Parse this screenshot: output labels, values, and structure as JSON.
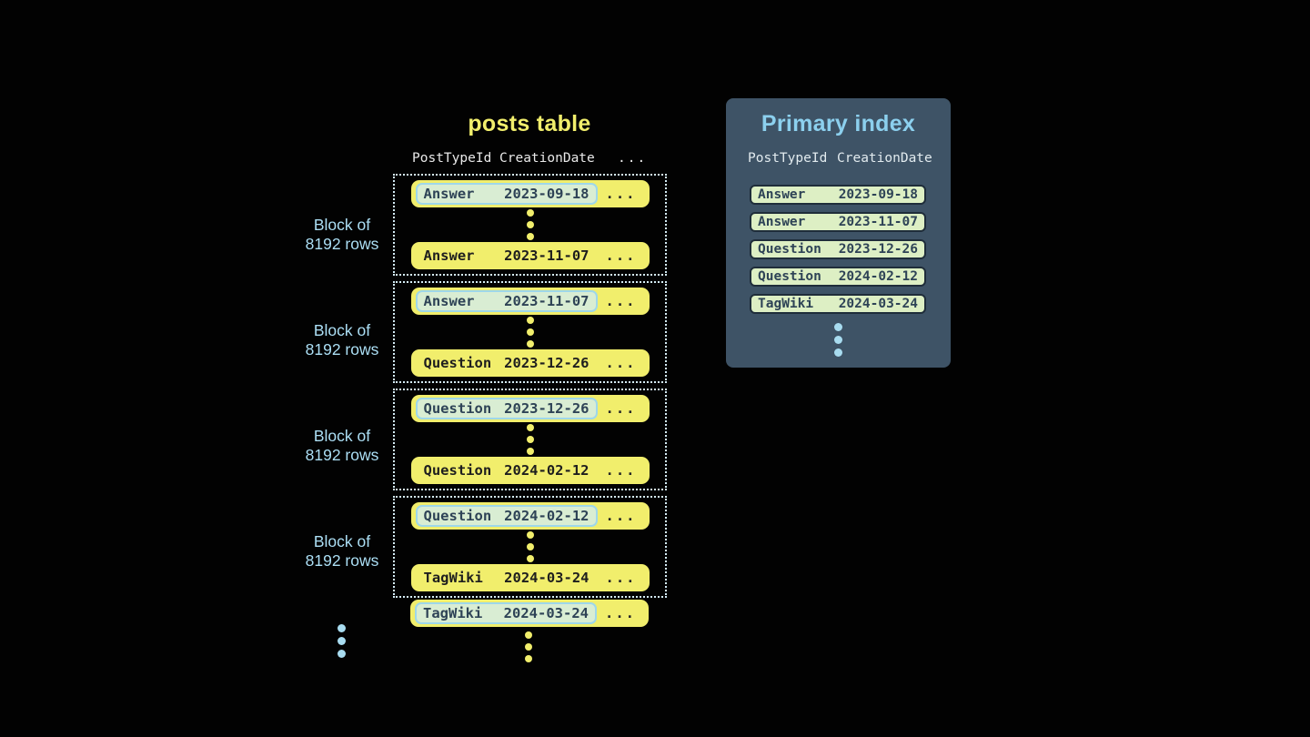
{
  "colors": {
    "background": "#020202",
    "row_yellow": "#F1EE6C",
    "highlight_bg": "#D9EDD3",
    "highlight_border": "#9ED7EA",
    "index_row_bg": "#DDEFC4",
    "index_row_border": "#1F2D3A",
    "panel_bg": "#3E5366",
    "label_light_blue": "#ACDFF5",
    "index_title_blue": "#8CD0EE",
    "dark_text": "#2E4356",
    "dotted_border": "#D4ECF7"
  },
  "posts_table": {
    "title": "posts table",
    "columns": [
      "PostTypeId",
      "CreationDate",
      "..."
    ],
    "block_label": {
      "line1": "Block of",
      "line2": "8192 rows"
    },
    "ellipsis": "...",
    "blocks": [
      {
        "first_row": {
          "post_type": "Answer",
          "creation_date": "2023-09-18"
        },
        "last_row": {
          "post_type": "Answer",
          "creation_date": "2023-11-07"
        }
      },
      {
        "first_row": {
          "post_type": "Answer",
          "creation_date": "2023-11-07"
        },
        "last_row": {
          "post_type": "Question",
          "creation_date": "2023-12-26"
        }
      },
      {
        "first_row": {
          "post_type": "Question",
          "creation_date": "2023-12-26"
        },
        "last_row": {
          "post_type": "Question",
          "creation_date": "2024-02-12"
        }
      },
      {
        "first_row": {
          "post_type": "Question",
          "creation_date": "2024-02-12"
        },
        "last_row": {
          "post_type": "TagWiki",
          "creation_date": "2024-03-24"
        }
      }
    ],
    "trailing_row": {
      "post_type": "TagWiki",
      "creation_date": "2024-03-24"
    }
  },
  "primary_index": {
    "title": "Primary index",
    "columns": [
      "PostTypeId",
      "CreationDate"
    ],
    "rows": [
      {
        "post_type": "Answer",
        "creation_date": "2023-09-18"
      },
      {
        "post_type": "Answer",
        "creation_date": "2023-11-07"
      },
      {
        "post_type": "Question",
        "creation_date": "2023-12-26"
      },
      {
        "post_type": "Question",
        "creation_date": "2024-02-12"
      },
      {
        "post_type": "TagWiki",
        "creation_date": "2024-03-24"
      }
    ]
  }
}
